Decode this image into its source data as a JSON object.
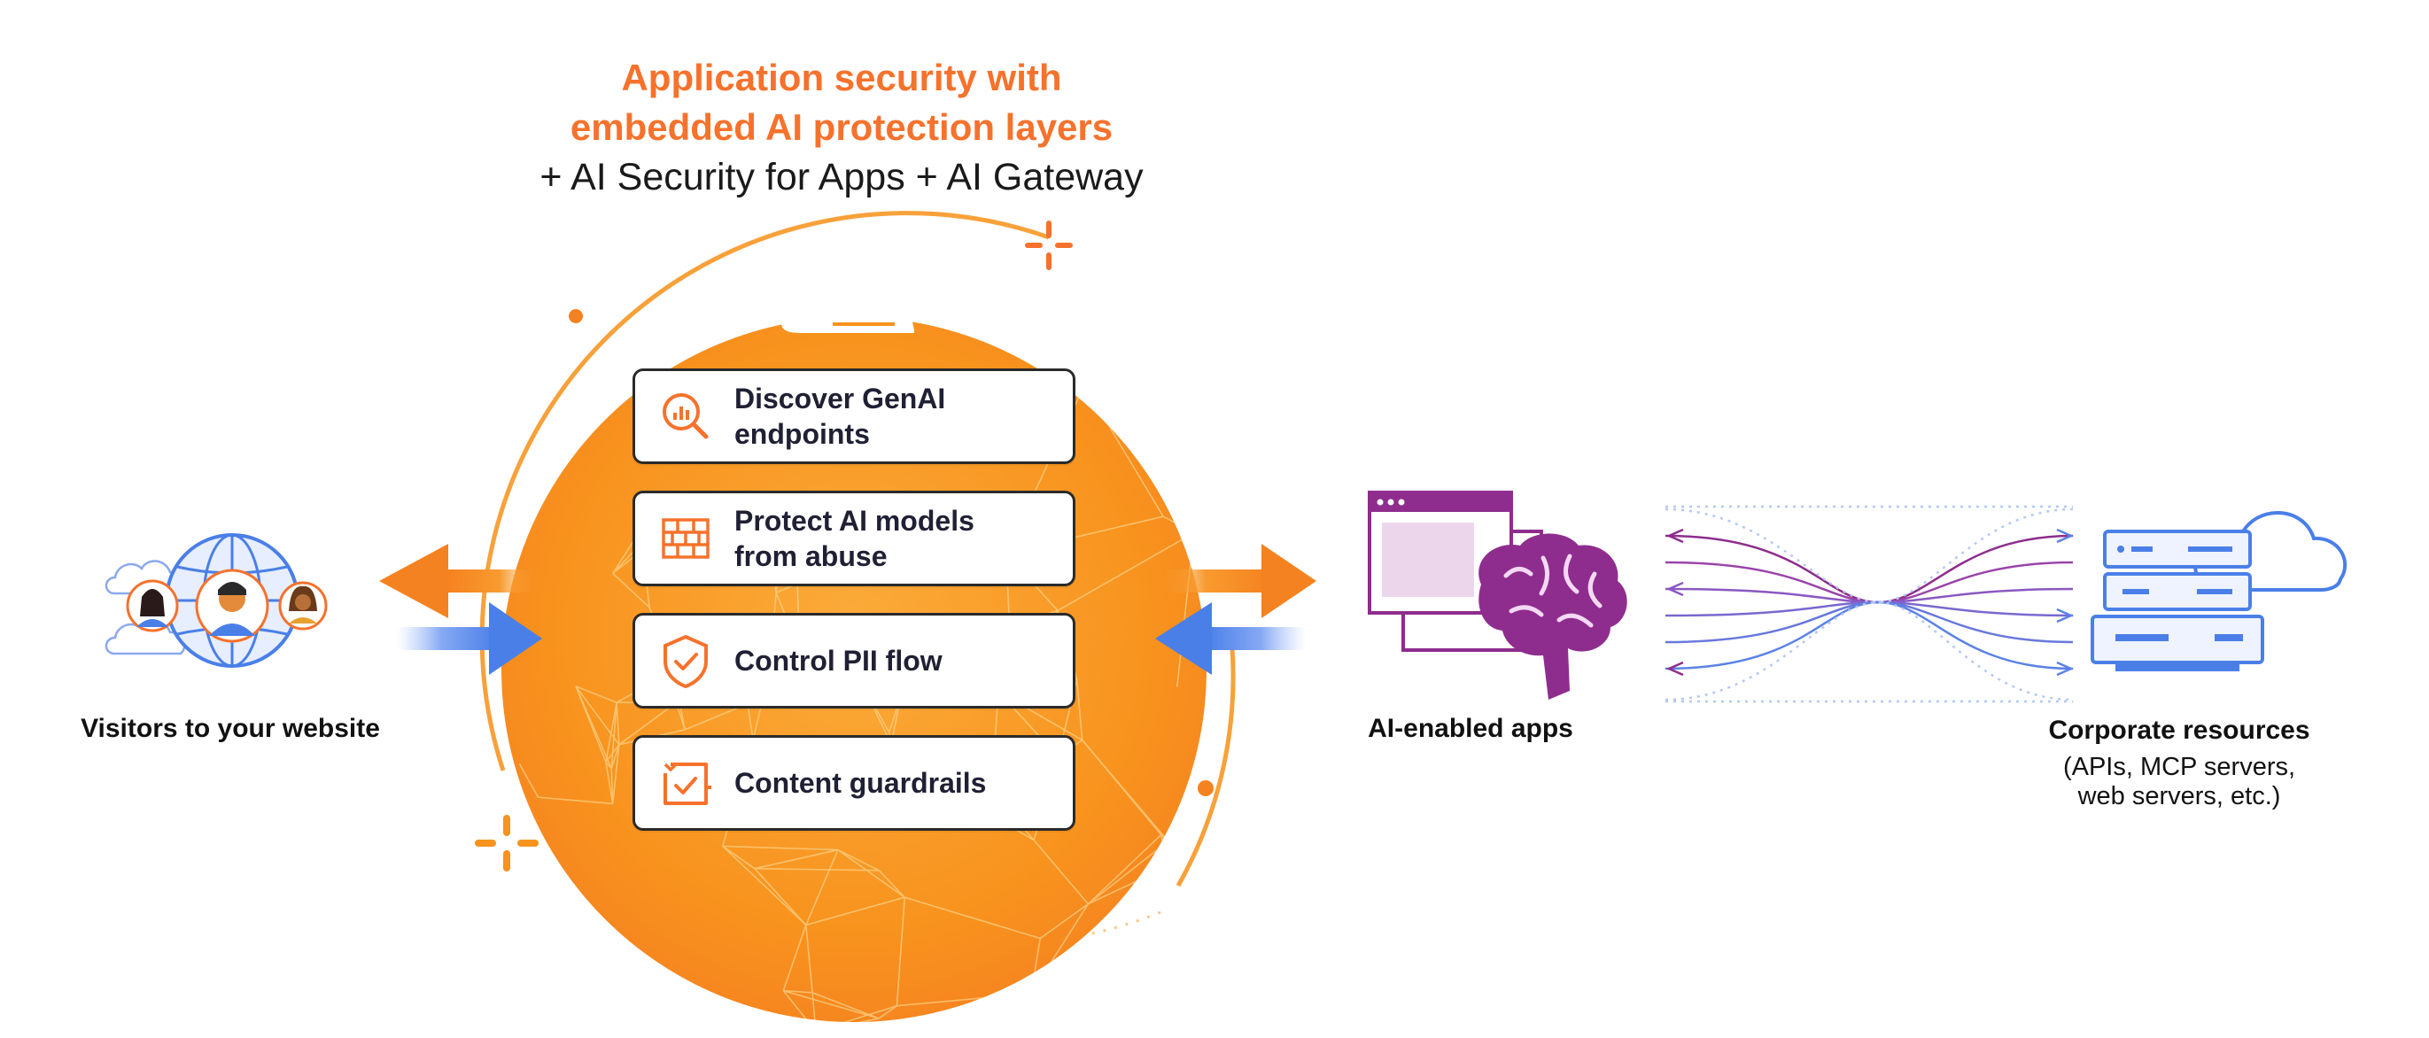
{
  "title": {
    "line1": "Application security with",
    "line2": "embedded AI protection layers",
    "line3": "+ AI Security for Apps + AI Gateway"
  },
  "features": [
    {
      "label_line1": "Discover GenAI",
      "label_line2": "endpoints",
      "icon": "search-analytics-icon"
    },
    {
      "label_line1": "Protect AI models",
      "label_line2": "from abuse",
      "icon": "firewall-icon"
    },
    {
      "label_line1": "Control PII flow",
      "label_line2": "",
      "icon": "shield-check-icon"
    },
    {
      "label_line1": "Content guardrails",
      "label_line2": "",
      "icon": "content-check-icon"
    }
  ],
  "nodes": {
    "visitors": {
      "label": "Visitors to your website",
      "icon": "globe-users-icon"
    },
    "apps": {
      "label": "AI-enabled apps",
      "icon": "brain-app-icon"
    },
    "corporate": {
      "label": "Corporate resources",
      "sub_line1": "(APIs, MCP servers,",
      "sub_line2": "web servers, etc.)",
      "icon": "server-cloud-icon"
    }
  },
  "colors": {
    "orange": "#f6722c",
    "circle_orange": "#f8931e",
    "blue": "#4a7fe8",
    "purple": "#8e2d8d",
    "dark_text": "#202035"
  }
}
